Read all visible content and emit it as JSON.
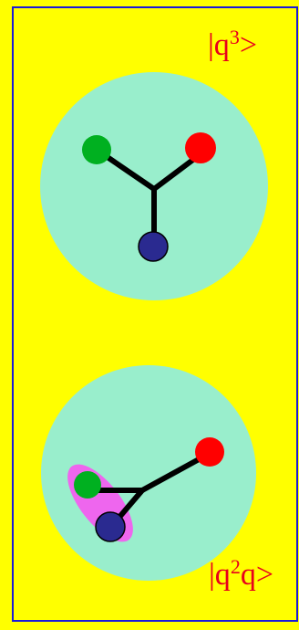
{
  "labels": {
    "top": {
      "base": "|q",
      "sup": "3",
      "tail": ">"
    },
    "bottom": {
      "base": "|q",
      "sup": "2",
      "tail": "q>"
    }
  },
  "colors": {
    "background": "#ffff00",
    "border": "#1a1ad9",
    "circle": "#99eecc",
    "label": "#e8001c",
    "quark_red": "#ff0000",
    "quark_green": "#00b020",
    "quark_blue": "#2a2a90",
    "diquark": "#ee66ee",
    "string": "#000000"
  }
}
